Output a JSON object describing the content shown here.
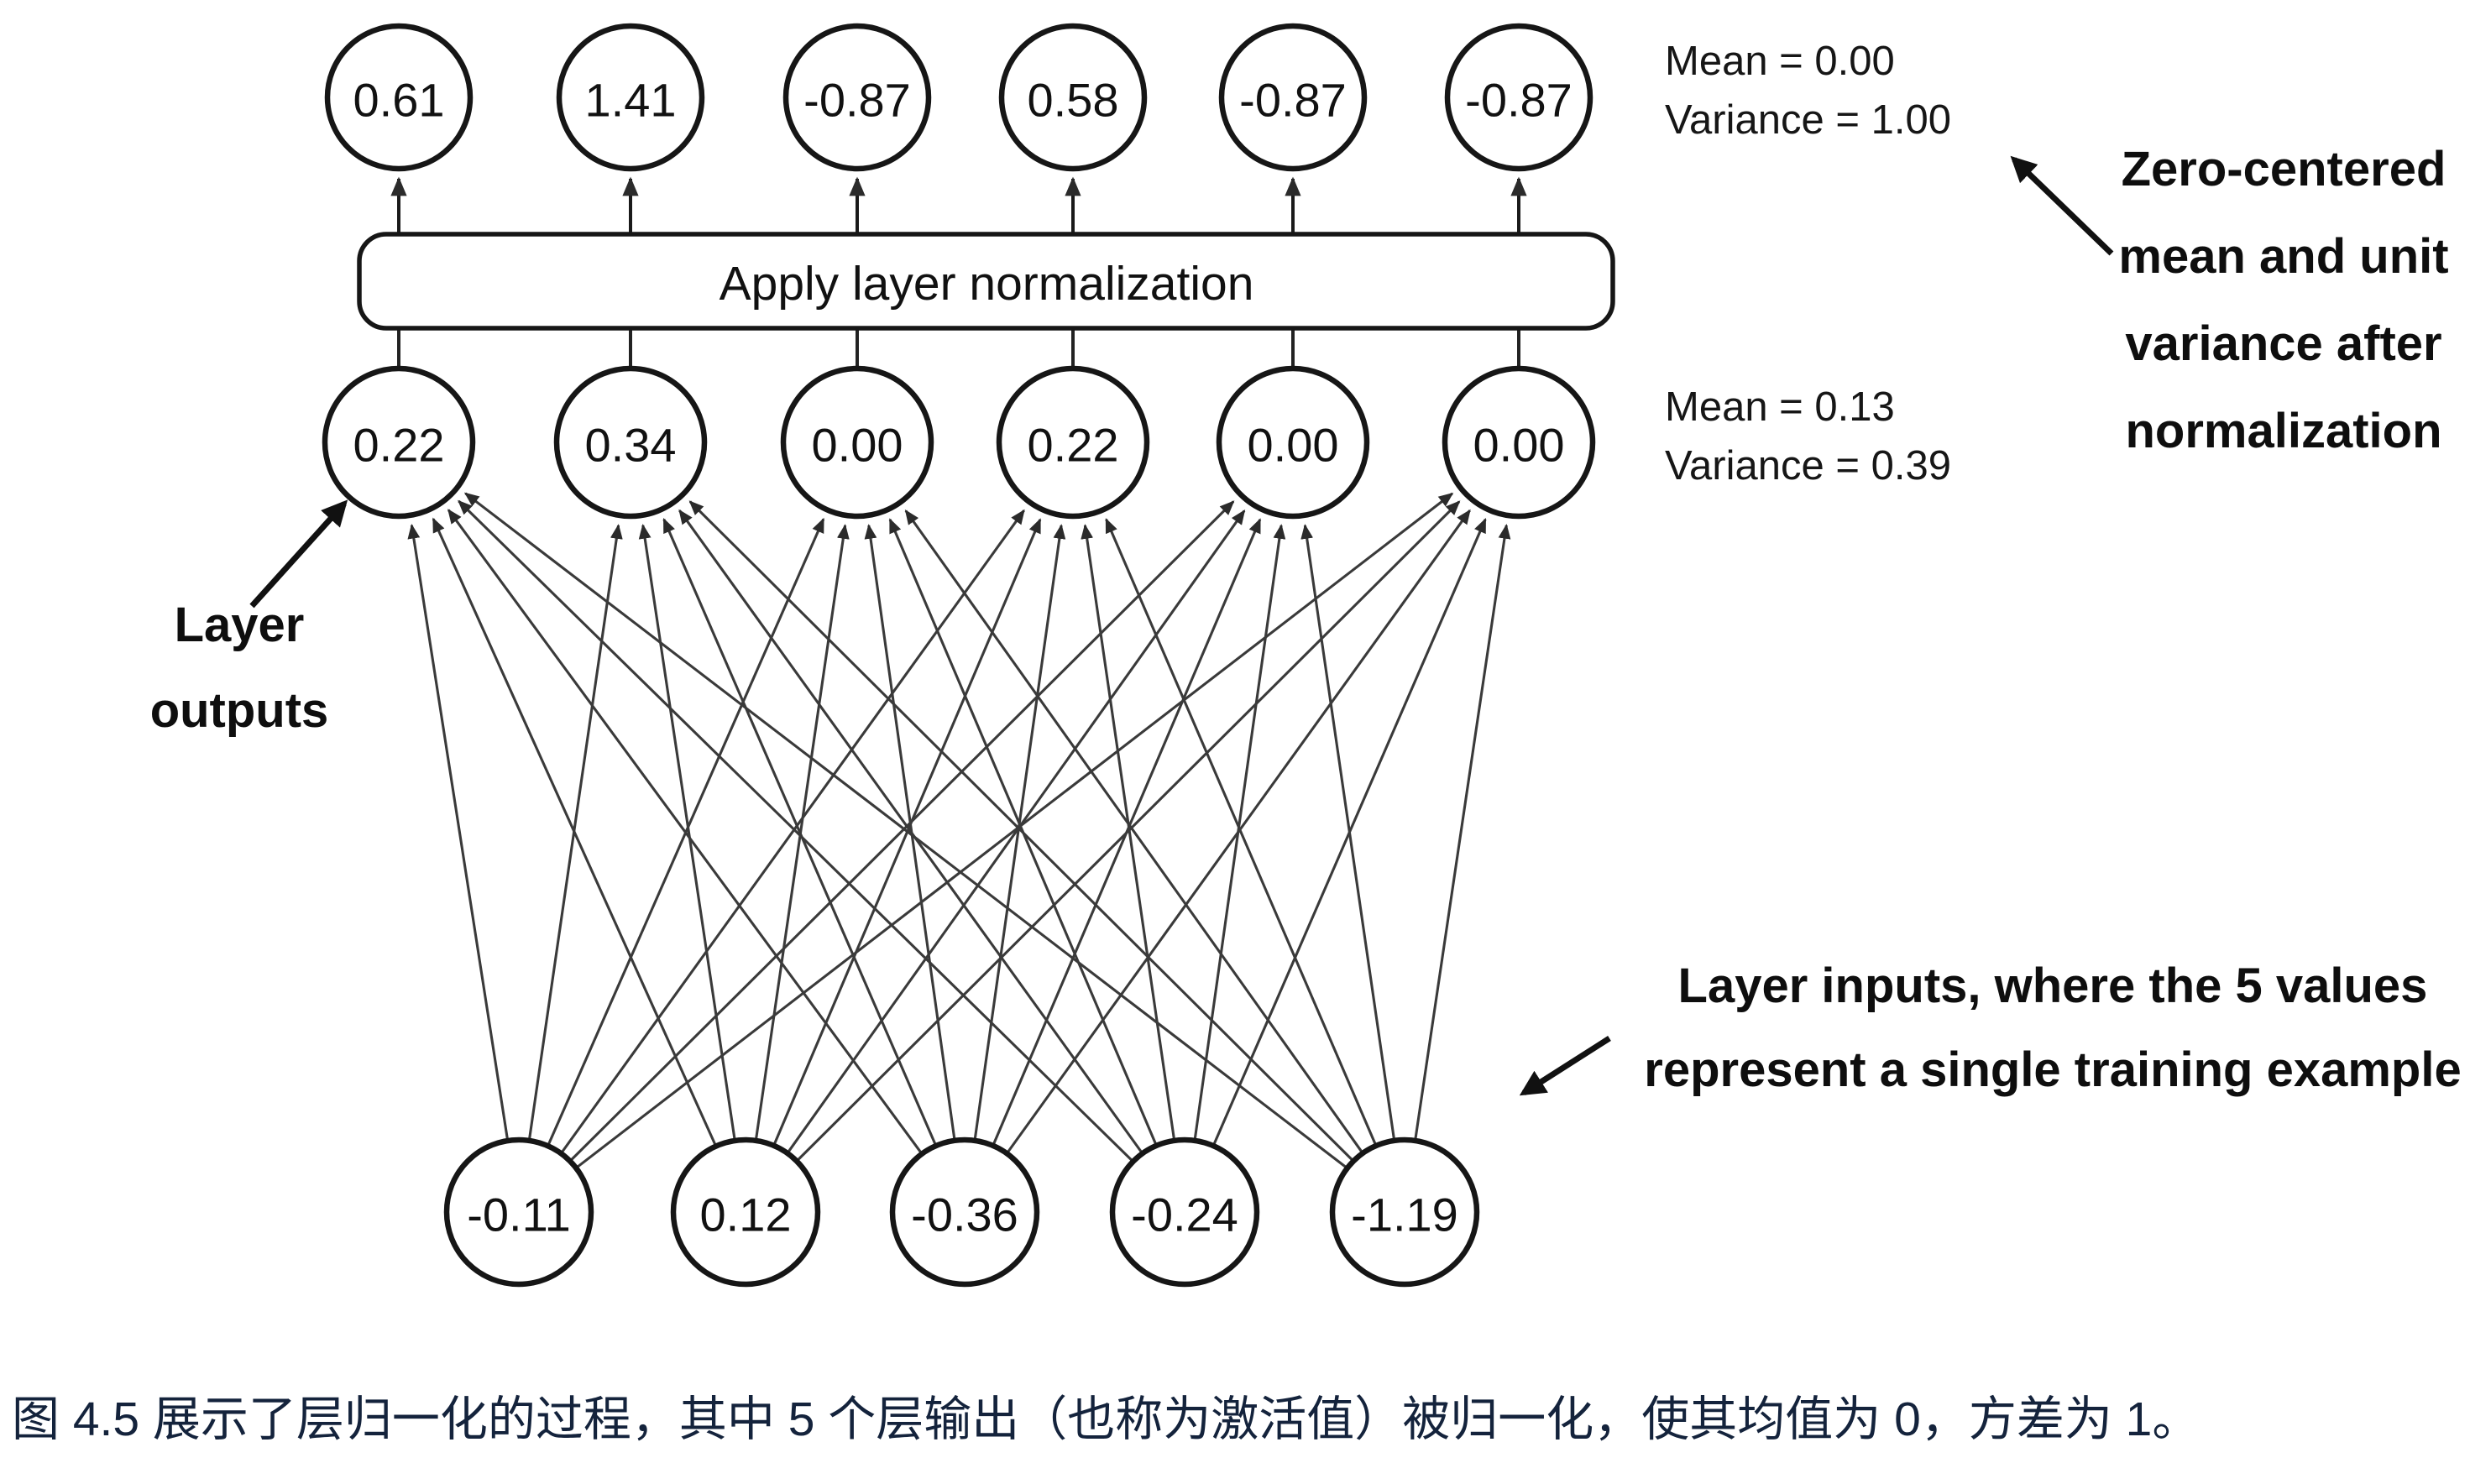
{
  "figure": {
    "norm_box_label": "Apply layer normalization",
    "normalized_nodes": [
      "0.61",
      "1.41",
      "-0.87",
      "0.58",
      "-0.87",
      "-0.87"
    ],
    "output_nodes": [
      "0.22",
      "0.34",
      "0.00",
      "0.22",
      "0.00",
      "0.00"
    ],
    "input_nodes": [
      "-0.11",
      "0.12",
      "-0.36",
      "-0.24",
      "-1.19"
    ],
    "normalized_stats": {
      "mean": "Mean = 0.00",
      "variance": "Variance = 1.00"
    },
    "output_stats": {
      "mean": "Mean = 0.13",
      "variance": "Variance = 0.39"
    },
    "annotation_normalized": [
      "Zero-centered",
      "mean and unit",
      "variance after",
      "normalization"
    ],
    "annotation_outputs": [
      "Layer",
      "outputs"
    ],
    "annotation_inputs": [
      "Layer inputs, where the 5 values",
      "represent a single training example"
    ]
  },
  "caption": "图 4.5 展示了层归一化的过程，其中 5 个层输出（也称为激活值）被归一化，使其均值为 0，方差为 1。",
  "colors": {
    "ink": "#161616",
    "edge": "#3a3a3a",
    "caption": "#14233c",
    "background": "#ffffff"
  }
}
